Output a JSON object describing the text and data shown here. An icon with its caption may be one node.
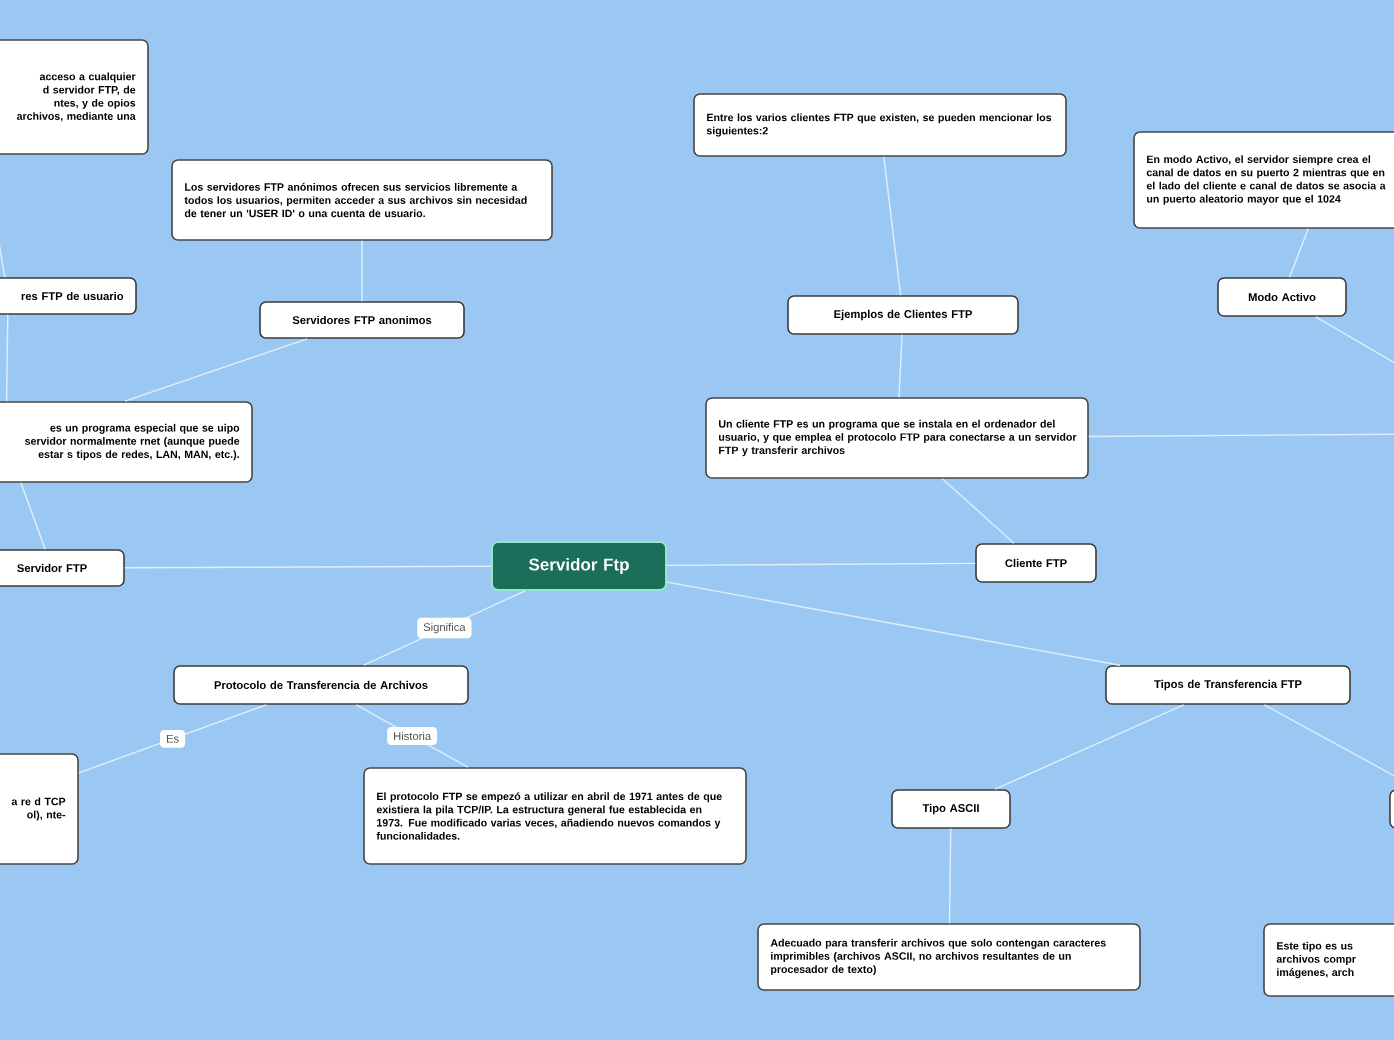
{
  "diagram": {
    "nodes": [
      {
        "text": [
          "Servidor Ftp"
        ]
      },
      {
        "text": [
          "Servidor FTP"
        ]
      },
      {
        "text": [
          "es un programa especial que se uipo servidor normalmente rnet (aunque puede estar s tipos de redes, LAN, MAN, etc.)."
        ]
      },
      {
        "text": [
          "res FTP de usuario"
        ]
      },
      {
        "text": [
          "acceso a cualquier d servidor FTP, de ntes, y de opios archivos, mediante una"
        ]
      },
      {
        "text": [
          "Servidores FTP anonimos"
        ]
      },
      {
        "text": [
          "Los servidores FTP anónimos ofrecen sus servicios libremente a todos los usuarios, permiten acceder a sus archivos sin necesidad de tener un 'USER ID' o una cuenta de usuario."
        ]
      },
      {
        "text": [
          "Cliente FTP"
        ]
      },
      {
        "text": [
          "Un cliente FTP es un programa que se instala en el ordenador del usuario, y que emplea el protocolo FTP para conectarse a un servidor FTP y transferir archivos"
        ]
      },
      {
        "text": [
          "Ejemplos de Clientes FTP"
        ]
      },
      {
        "text": [
          "Entre los varios clientes FTP que existen, se pueden mencionar los siguientes:2"
        ]
      },
      {
        "text": [
          "Modo Activo"
        ]
      },
      {
        "text": [
          "En modo Activo, el servidor siempre crea el canal de datos en su puerto 2 mientras que en el lado del cliente e canal de datos se asocia a un puerto aleatorio mayor que el 1024"
        ]
      },
      {
        "text": [
          "Tipos de Transferencia FTP"
        ]
      },
      {
        "text": [
          "Tipo ASCII"
        ]
      },
      {
        "text": [
          "Adecuado para transferir archivos que solo contengan caracteres imprimibles (archivos ASCII, no archivos resultantes de un procesador de texto)"
        ]
      },
      {
        "text": [
          "Este tipo es us archivos compr imágenes, arch"
        ]
      },
      {
        "text": [],
        "shape": "box"
      },
      {
        "text": [
          "Protocolo de Transferencia de Archivos"
        ]
      },
      {
        "text": [
          "El protocolo FTP se empezó a utilizar en abril de 1971 antes de que existiera la pila TCP/IP. La estructura general fue establecida en 1973. Fue modificado varias veces, añadiendo nuevos comandos y funcionalidades."
        ]
      },
      {
        "text": [
          "a re d TCP ol), nte-"
        ]
      }
    ],
    "edges": [
      {
        "from": 0,
        "to": 1,
        "arrow": "none"
      },
      {
        "from": 1,
        "to": 2,
        "arrow": "none"
      },
      {
        "from": 2,
        "to": 3,
        "arrow": "none"
      },
      {
        "from": 3,
        "to": null,
        "arrow": "none"
      },
      {
        "from": 2,
        "to": 5,
        "arrow": "none"
      },
      {
        "from": 5,
        "to": 6,
        "arrow": "none"
      },
      {
        "from": 0,
        "to": 7,
        "arrow": "none"
      },
      {
        "from": 7,
        "to": 8,
        "arrow": "none"
      },
      {
        "from": 8,
        "to": 9,
        "arrow": "none"
      },
      {
        "from": 9,
        "to": 10,
        "arrow": "none"
      },
      {
        "from": 8,
        "to": null,
        "arrow": "none"
      },
      {
        "from": 11,
        "to": 12,
        "arrow": "none"
      },
      {
        "from": 11,
        "to": null,
        "arrow": "none"
      },
      {
        "from": 0,
        "to": 13,
        "arrow": "none"
      },
      {
        "from": 13,
        "to": 14,
        "arrow": "none"
      },
      {
        "from": 14,
        "to": 15,
        "arrow": "none"
      },
      {
        "from": 13,
        "to": 17,
        "arrow": "none"
      },
      {
        "from": 0,
        "to": 18,
        "label": "Significa",
        "arrow": "none"
      },
      {
        "from": 18,
        "to": 20,
        "label": "Es",
        "arrow": "none"
      },
      {
        "from": 18,
        "to": 19,
        "label": "Historia",
        "arrow": "none"
      }
    ]
  }
}
